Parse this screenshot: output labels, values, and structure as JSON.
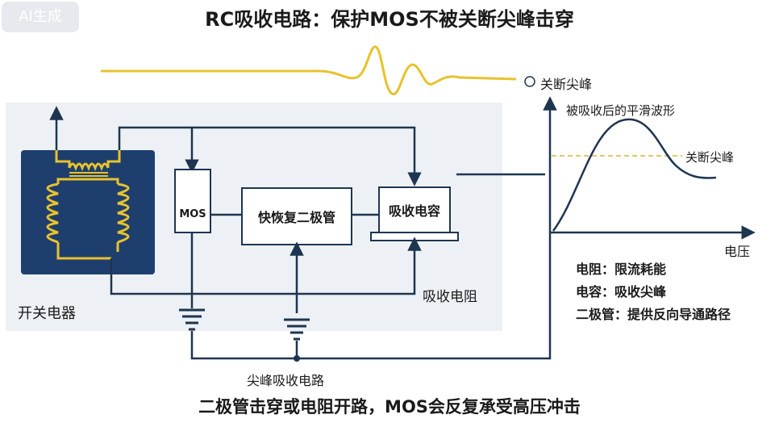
{
  "header": {
    "title": "RC吸收电路：保护MOS不被关断尖峰击穿",
    "badge": "AI生成"
  },
  "circuit": {
    "transformer_label": "开关电器",
    "mos_label": "MOS",
    "diode_label": "快恢复二极管",
    "capacitor_label": "吸收电容",
    "resistor_label": "吸收电阻",
    "ground_label": "尖峰吸收电路"
  },
  "waveform": {
    "peak_label": "关断尖峰",
    "smoothed_label": "被吸收后的平滑波形",
    "threshold_label": "关断尖峰",
    "x_label": "电压"
  },
  "notes": [
    "电阻：限流耗能",
    "电容：吸收尖峰",
    "二极管：提供反向导通路径"
  ],
  "footer": {
    "text": "二极管击穿或电阻开路，MOS会反复承受高压冲击"
  },
  "colors": {
    "navy": "#1e3f6e",
    "yellow": "#e8c22e",
    "line": "#1e3550",
    "panel": "#edf1f5",
    "threshold": "#d8b636"
  }
}
